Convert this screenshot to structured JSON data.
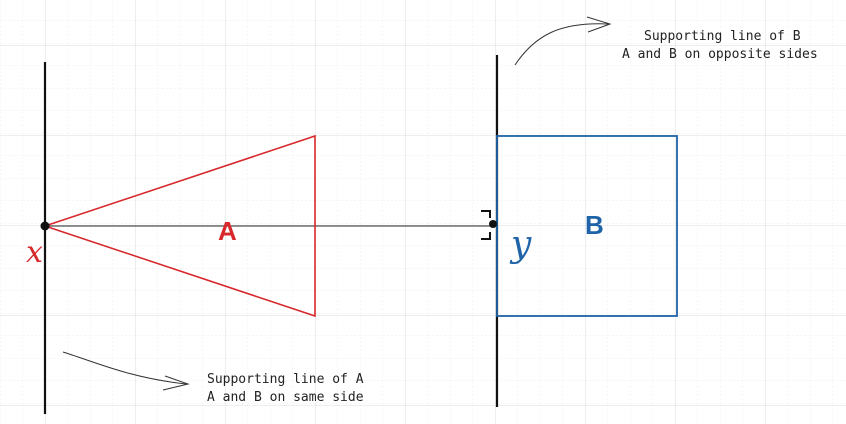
{
  "shapes": {
    "a_label": "A",
    "b_label": "B",
    "x_label": "x",
    "y_label": "y"
  },
  "annotations": {
    "a_line1": "Supporting line of A",
    "a_line2": "A and B on same side",
    "b_line1": "Supporting line of B",
    "b_line2": "A and B on opposite sides"
  },
  "colors": {
    "triangle": "#d8282b",
    "square": "#1f64a8",
    "line": "#111111",
    "grid_major": "#dcdcdc",
    "grid_minor": "#ececec"
  }
}
